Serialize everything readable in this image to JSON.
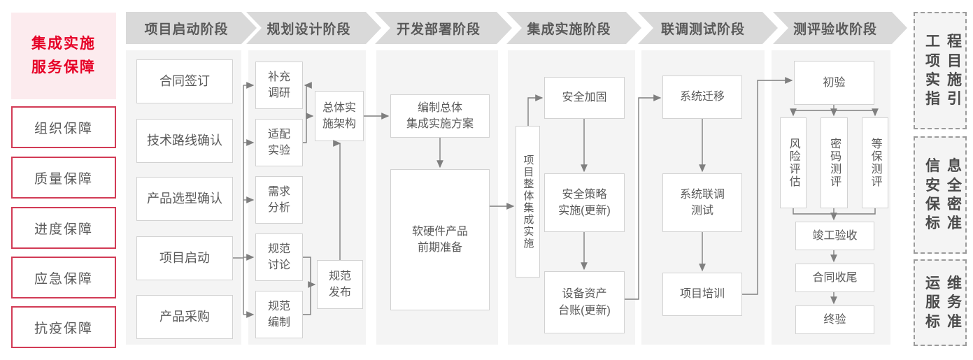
{
  "sidebar": {
    "title": [
      "集成实施",
      "服务保障"
    ],
    "items": [
      "组织保障",
      "质量保障",
      "进度保障",
      "应急保障",
      "抗疫保障"
    ]
  },
  "phase_headers": [
    "项目启动阶段",
    "规划设计阶段",
    "开发部署阶段",
    "集成实施阶段",
    "联调测试阶段",
    "测评验收阶段"
  ],
  "phase1": {
    "boxes": [
      "合同签订",
      "技术路线确认",
      "产品选型确认",
      "项目启动",
      "产品采购"
    ]
  },
  "phase2": {
    "boxes": [
      [
        "补充",
        "调研"
      ],
      [
        "适配",
        "实验"
      ],
      [
        "需求",
        "分析"
      ],
      [
        "规范",
        "讨论"
      ],
      [
        "规范",
        "编制"
      ]
    ],
    "arch": [
      "总体实",
      "施架构"
    ],
    "publish": [
      "规范",
      "发布"
    ]
  },
  "phase3": {
    "plan": [
      "编制总体",
      "集成实施方案"
    ],
    "prep": [
      "软硬件产品",
      "前期准备"
    ]
  },
  "phase4": {
    "pipe": "项目整体集成实施",
    "hardening": "安全加固",
    "policy": [
      "安全策略",
      "实施(更新)"
    ],
    "assets": [
      "设备资产",
      "台账(更新)"
    ]
  },
  "phase5": {
    "migration": "系统迁移",
    "joint_test": [
      "系统联调",
      "测试"
    ],
    "training": "项目培训"
  },
  "phase6": {
    "initial": "初验",
    "tests": [
      "风险评估",
      "密码测评",
      "等保测评"
    ],
    "acceptance": "竣工验收",
    "closing": "合同收尾",
    "final": "终验"
  },
  "standards": [
    {
      "rows": [
        "工程",
        "项目",
        "实施",
        "指引"
      ]
    },
    {
      "rows": [
        "信息",
        "安全",
        "保密",
        "标准"
      ]
    },
    {
      "rows": [
        "运维",
        "服务",
        "标准"
      ]
    }
  ],
  "colors": {
    "accent_red": "#e60026",
    "pink_bg": "#fcebee",
    "red_border": "#d23b56",
    "panel_bg": "#f4f4f4",
    "header_bg": "#d9d9d9",
    "text_gray": "#595959",
    "box_border": "#d2d2d2",
    "line_gray": "#7f7f7f"
  }
}
